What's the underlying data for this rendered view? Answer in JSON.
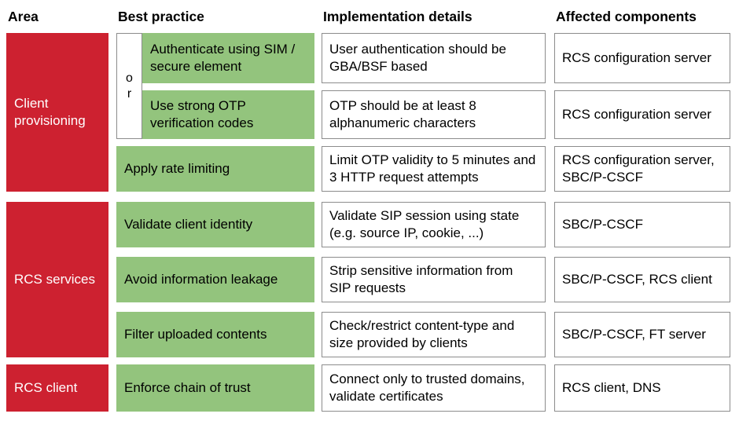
{
  "headers": {
    "area": "Area",
    "best_practice": "Best practice",
    "implementation": "Implementation details",
    "affected": "Affected components"
  },
  "or_label": "or",
  "colors": {
    "area_red": "#cd2130",
    "practice_green": "#93c47d",
    "box_border": "#8c8c8c"
  },
  "areas": [
    {
      "label": "Client provisioning"
    },
    {
      "label": "RCS services"
    },
    {
      "label": "RCS client"
    }
  ],
  "rows": [
    {
      "practice": "Authenticate using SIM / secure element",
      "details": "User authentication should be GBA/BSF based",
      "components": "RCS configuration server"
    },
    {
      "practice": "Use strong OTP verification codes",
      "details": "OTP should be at least 8 alphanumeric characters",
      "components": "RCS configuration server"
    },
    {
      "practice": "Apply rate limiting",
      "details": "Limit OTP validity to 5 minutes and 3 HTTP request attempts",
      "components": "RCS configuration server, SBC/P-CSCF"
    },
    {
      "practice": "Validate client identity",
      "details": "Validate SIP session using state (e.g. source IP, cookie, ...)",
      "components": "SBC/P-CSCF"
    },
    {
      "practice": "Avoid information leakage",
      "details": "Strip sensitive information from SIP requests",
      "components": "SBC/P-CSCF, RCS client"
    },
    {
      "practice": "Filter uploaded contents",
      "details": "Check/restrict content-type and size provided by clients",
      "components": "SBC/P-CSCF, FT server"
    },
    {
      "practice": "Enforce chain of trust",
      "details": "Connect only to trusted domains, validate certificates",
      "components": "RCS client, DNS"
    }
  ]
}
